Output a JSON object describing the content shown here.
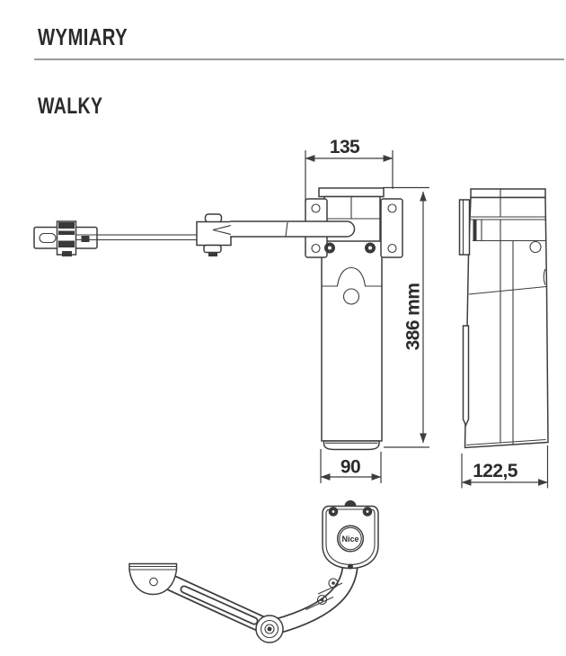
{
  "header": {
    "title": "WYMIARY"
  },
  "section": {
    "model": "WALKY"
  },
  "diagram": {
    "labels": {
      "width_top": "135",
      "height": "386 mm",
      "width_bottom": "90",
      "depth": "122,5"
    },
    "brand": "Nice"
  },
  "colors": {
    "text": "#2b2a29",
    "drawing_line": "#3d3d3d",
    "rule": "#9b9b9b",
    "background": "#ffffff"
  }
}
